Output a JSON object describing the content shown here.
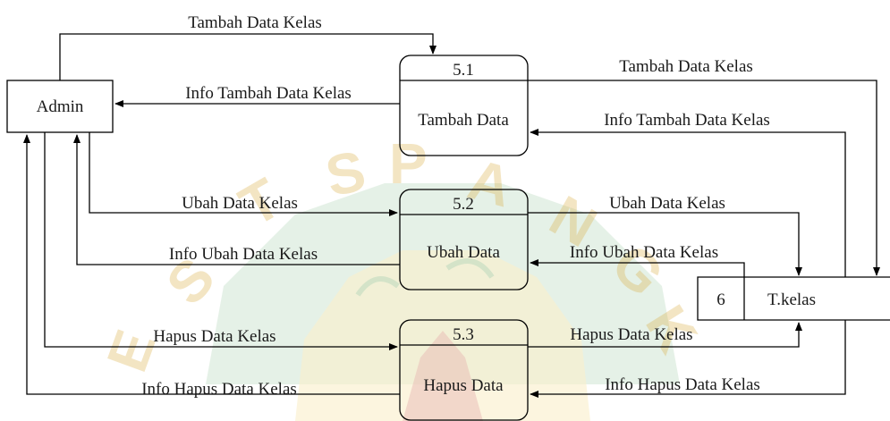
{
  "external_entity": {
    "label": "Admin"
  },
  "processes": [
    {
      "number": "5.1",
      "name": "Tambah Data"
    },
    {
      "number": "5.2",
      "name": "Ubah Data"
    },
    {
      "number": "5.3",
      "name": "Hapus Data"
    }
  ],
  "data_store": {
    "number": "6",
    "name": "T.kelas"
  },
  "flows": [
    {
      "label": "Tambah Data Kelas"
    },
    {
      "label": "Info Tambah Data Kelas"
    },
    {
      "label": "Tambah Data Kelas"
    },
    {
      "label": "Info Tambah Data Kelas"
    },
    {
      "label": "Ubah Data Kelas"
    },
    {
      "label": "Info Ubah Data Kelas"
    },
    {
      "label": "Ubah Data Kelas"
    },
    {
      "label": "Info Ubah Data Kelas"
    },
    {
      "label": "Hapus Data Kelas"
    },
    {
      "label": "Info Hapus Data Kelas"
    },
    {
      "label": "Hapus Data Kelas"
    },
    {
      "label": "Info Hapus Data Kelas"
    }
  ],
  "watermark": {
    "text": "UNIVERSITAS PALANGKA RAYA",
    "colors": [
      "#2e8b3a",
      "#d9a93a",
      "#c0392b"
    ]
  }
}
